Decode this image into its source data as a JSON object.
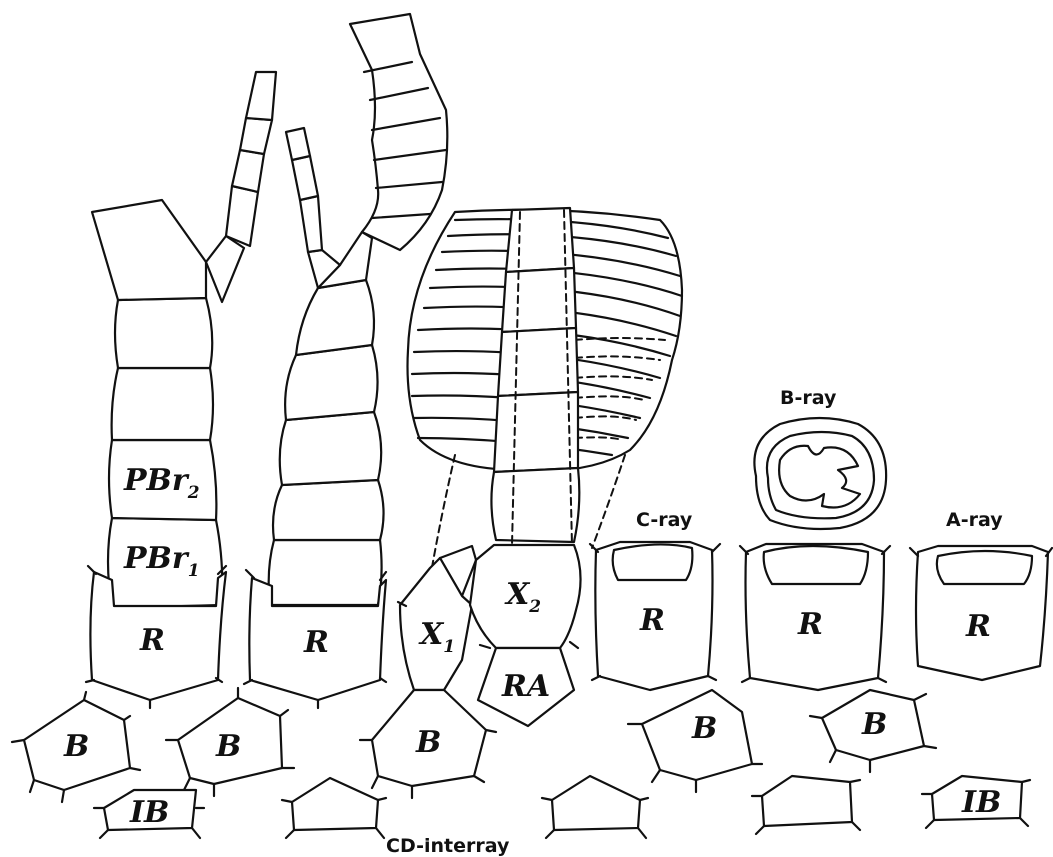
{
  "labels": {
    "pbr": "PBr",
    "pbr2_sub": "2",
    "pbr1_sub": "1",
    "radial": "R",
    "x": "X",
    "x1_sub": "1",
    "x2_sub": "2",
    "radianal": "RA",
    "basal": "B",
    "infrabasal": "IB"
  },
  "rays": {
    "b_ray": "B-ray",
    "c_ray": "C-ray",
    "a_ray": "A-ray",
    "cd_interray": "CD-interray"
  }
}
